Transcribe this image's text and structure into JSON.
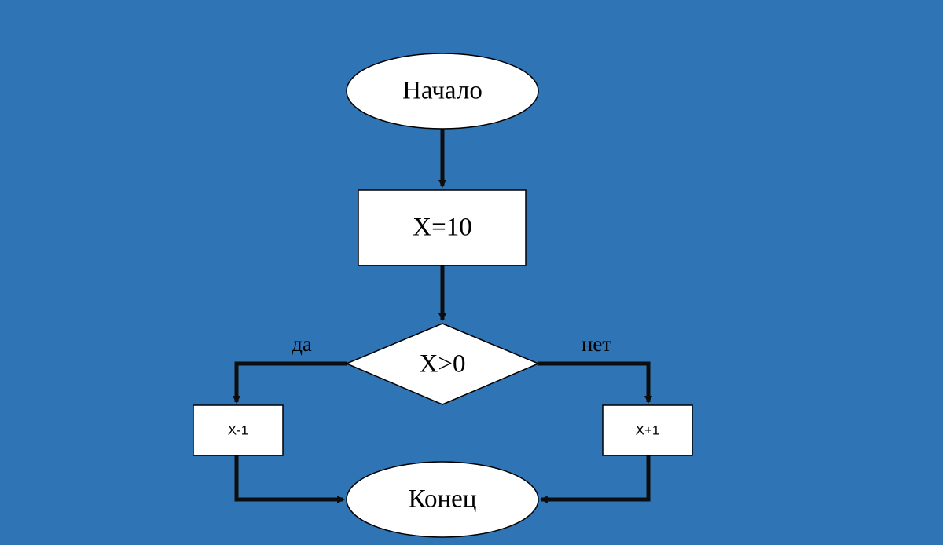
{
  "colors": {
    "background": "#2f74b5",
    "shape_fill": "#ffffff",
    "stroke": "#000000",
    "connector": "#0d0d0d"
  },
  "nodes": {
    "start": {
      "label": "Начало",
      "shape": "ellipse"
    },
    "assign": {
      "label": "X=10",
      "shape": "rectangle"
    },
    "condition": {
      "label": "X>0",
      "shape": "diamond"
    },
    "decrement": {
      "label": "X-1",
      "shape": "rectangle"
    },
    "increment": {
      "label": "X+1",
      "shape": "rectangle"
    },
    "end": {
      "label": "Конец",
      "shape": "ellipse"
    }
  },
  "branches": {
    "yes_label": "да",
    "no_label": "нет"
  }
}
